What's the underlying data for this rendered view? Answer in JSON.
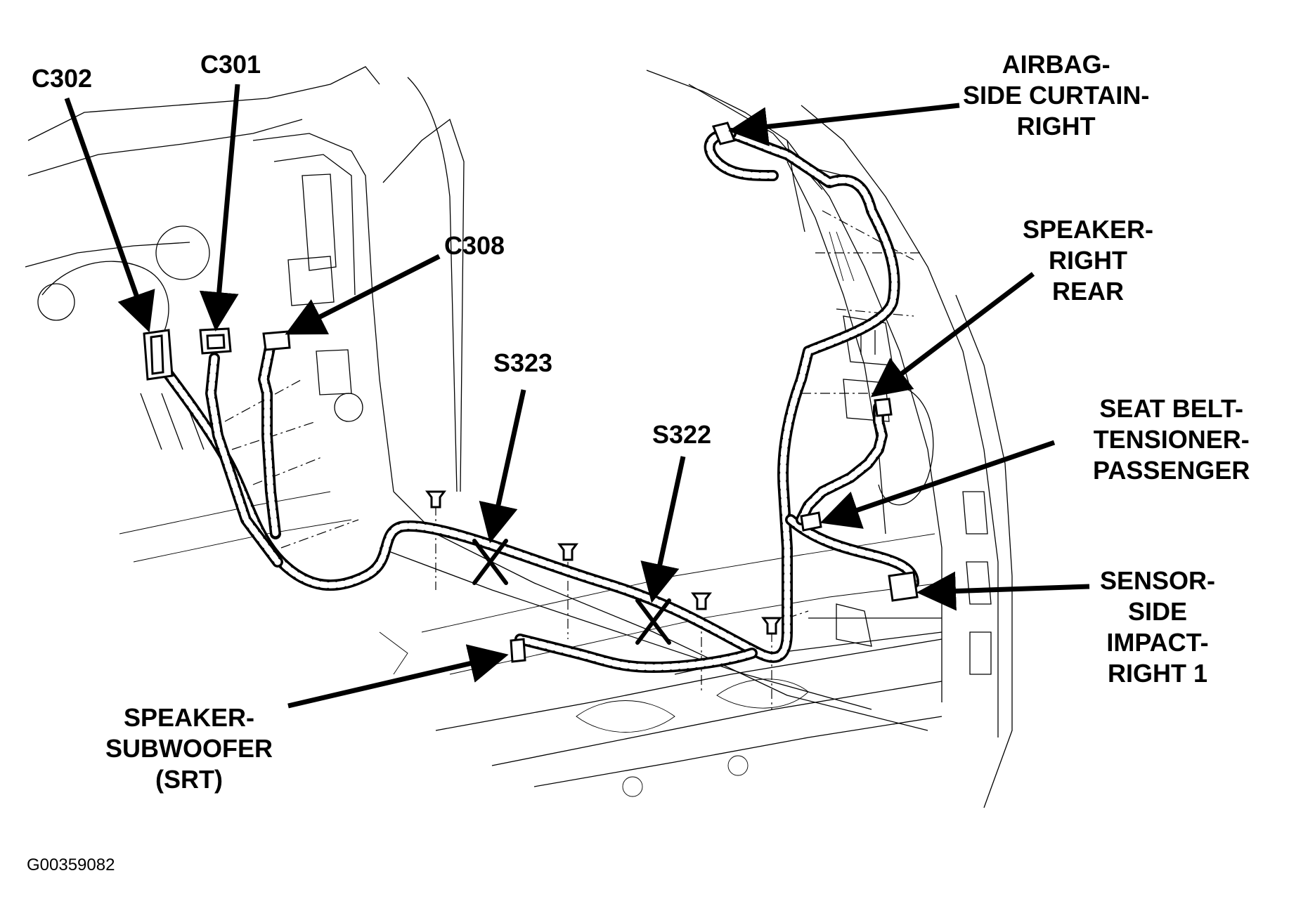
{
  "figure_id": "G00359082",
  "labels": {
    "c302": [
      "C302"
    ],
    "c301": [
      "C301"
    ],
    "c308": [
      "C308"
    ],
    "s323": [
      "S323"
    ],
    "s322": [
      "S322"
    ],
    "subwoofer": [
      "SPEAKER-",
      "SUBWOOFER",
      "(SRT)"
    ],
    "airbag": [
      "AIRBAG-",
      "SIDE CURTAIN-",
      "RIGHT"
    ],
    "speaker_rr": [
      "SPEAKER-",
      "RIGHT",
      "REAR"
    ],
    "seatbelt": [
      "SEAT BELT-",
      "TENSIONER-",
      "PASSENGER"
    ],
    "sensor": [
      "SENSOR-",
      "SIDE",
      "IMPACT-",
      "RIGHT 1"
    ]
  }
}
